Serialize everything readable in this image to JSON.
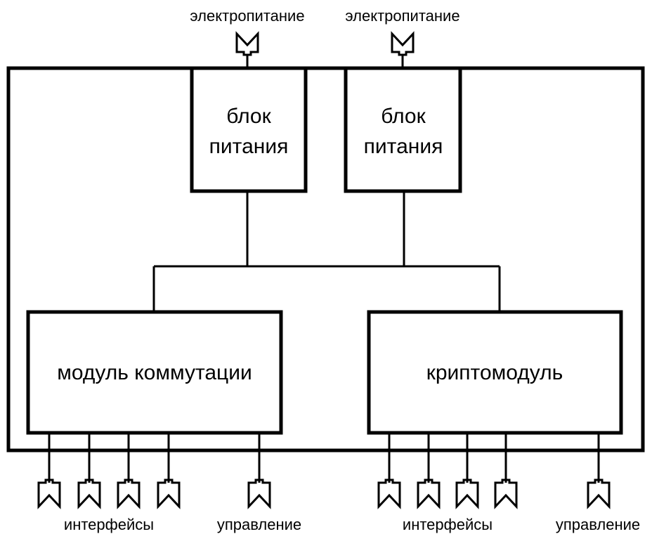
{
  "diagram": {
    "power_inputs": [
      {
        "label": "электропитание"
      },
      {
        "label": "электропитание"
      }
    ],
    "power_supplies": [
      {
        "line1": "блок",
        "line2": "питания"
      },
      {
        "line1": "блок",
        "line2": "питания"
      }
    ],
    "switch_module": {
      "label": "модуль коммутации"
    },
    "crypto_module": {
      "label": "криптомодуль"
    },
    "bottom_labels": {
      "left_interfaces": "интерфейсы",
      "left_control": "управление",
      "right_interfaces": "интерфейсы",
      "right_control": "управление"
    },
    "colors": {
      "line": "#000000",
      "background": "#ffffff"
    }
  }
}
